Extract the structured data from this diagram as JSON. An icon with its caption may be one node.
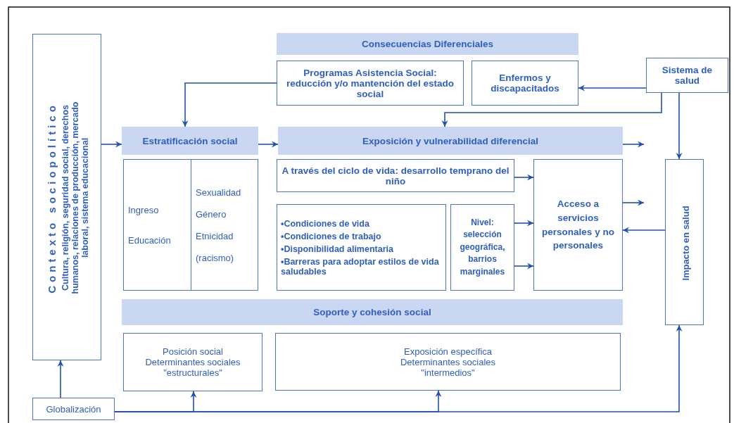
{
  "diagram": {
    "nodes": [
      {
        "text": [
          "Contexto sociopolítico",
          "Cultura, religión, seguridad social, derechos humanos, relaciones de producción, mercado laboral, sistema educacional"
        ]
      },
      {
        "text": [
          "Consecuencias Diferenciales"
        ]
      },
      {
        "text": [
          "Programas Asistencia Social: reducción y/o mantención del estado social"
        ]
      },
      {
        "text": [
          "Enfermos y discapacitados"
        ]
      },
      {
        "text": [
          "Sistema de salud"
        ]
      },
      {
        "text": [
          "Estratificación social"
        ]
      },
      {
        "text": [
          "Exposición y vulnerabilidad diferencial"
        ]
      },
      {
        "text": [
          "Ingreso",
          "Educación"
        ]
      },
      {
        "text": [
          "Sexualidad",
          "Género",
          "Etnicidad",
          "(racismo)"
        ]
      },
      {
        "text": [
          "A través del ciclo de vida: desarrollo temprano del niño"
        ]
      },
      {
        "text": [
          "•Condiciones de vida",
          "•Condiciones de trabajo",
          "•Disponibilidad alimentaria",
          "•Barreras para adoptar estilos de vida saludables"
        ]
      },
      {
        "text": [
          "Nivel: selección geográfica, barrios marginales"
        ]
      },
      {
        "text": [
          "Acceso a servicios personales y no personales"
        ]
      },
      {
        "text": [
          "Impacto en salud"
        ]
      },
      {
        "text": [
          "Soporte y cohesión social"
        ]
      },
      {
        "text": [
          "Posición social Determinantes sociales \"estructurales\""
        ]
      },
      {
        "text": [
          "Exposición específica Determinantes sociales \"intermedios\""
        ]
      },
      {
        "text": [
          "Globalización"
        ]
      }
    ],
    "edges": [
      {
        "from": 0,
        "to": 5,
        "arrow": "to"
      },
      {
        "from": 2,
        "to": 5,
        "arrow": "to"
      },
      {
        "from": 5,
        "to": 6,
        "arrow": "to"
      },
      {
        "from": 4,
        "to": 3,
        "arrow": "to"
      },
      {
        "from": 4,
        "to": 6,
        "arrow": "to"
      },
      {
        "from": 4,
        "to": 13,
        "arrow": "to"
      },
      {
        "from": 6,
        "to": null,
        "arrow": "to"
      },
      {
        "from": 9,
        "to": 12,
        "arrow": "to"
      },
      {
        "from": 11,
        "to": 12,
        "arrow": "to"
      },
      {
        "from": 11,
        "to": 12,
        "arrow": "to"
      },
      {
        "from": 12,
        "to": null,
        "arrow": "to"
      },
      {
        "from": 13,
        "to": 12,
        "arrow": "to"
      },
      {
        "from": 17,
        "to": 0,
        "arrow": "to"
      },
      {
        "from": 17,
        "to": 15,
        "arrow": "to"
      },
      {
        "from": 17,
        "to": 16,
        "arrow": "to"
      },
      {
        "from": 17,
        "to": 13,
        "arrow": "to"
      }
    ]
  }
}
